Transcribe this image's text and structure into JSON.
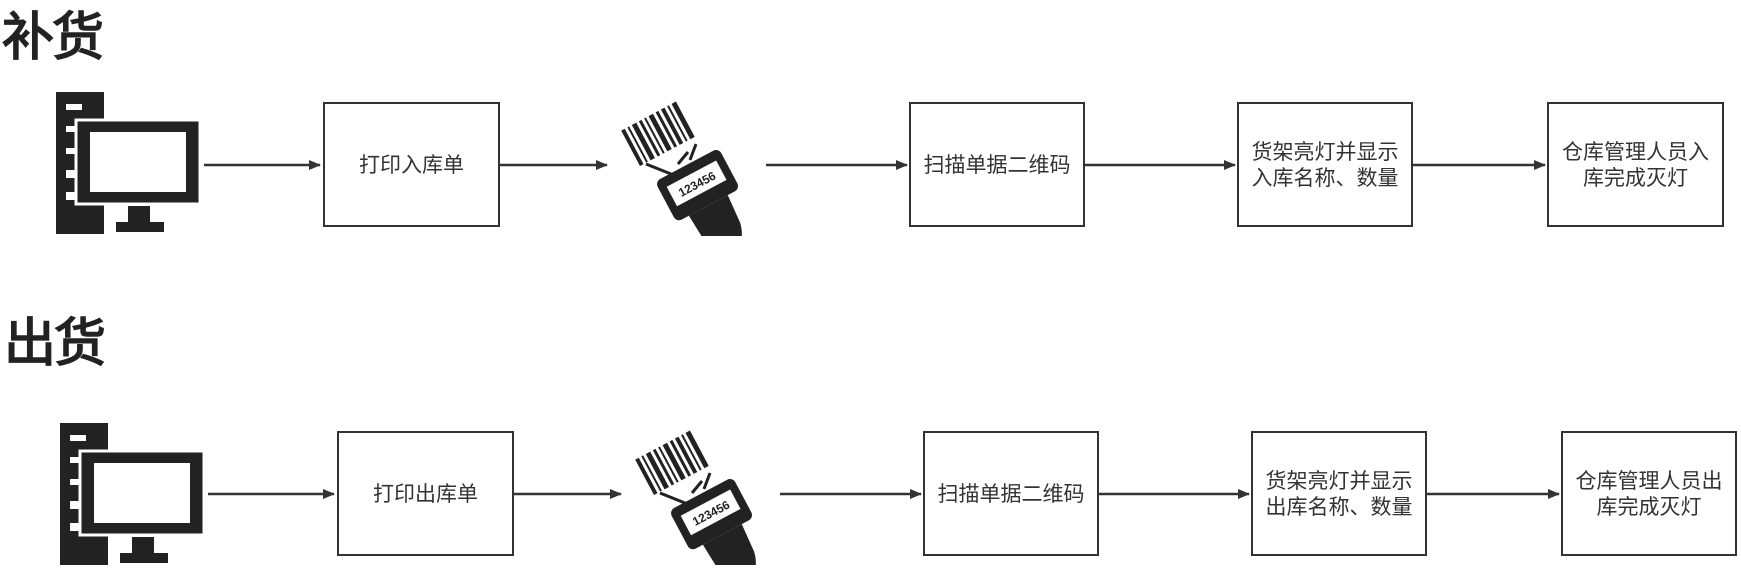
{
  "flows": [
    {
      "title": "补货",
      "steps": [
        "打印入库单",
        "扫描单据二维码",
        "货架亮灯并显示入库名称、数量",
        "仓库管理人员入库完成灭灯"
      ],
      "barcode_number": "123456"
    },
    {
      "title": "出货",
      "steps": [
        "打印出库单",
        "扫描单据二维码",
        "货架亮灯并显示出库名称、数量",
        "仓库管理人员出库完成灭灯"
      ],
      "barcode_number": "123456"
    }
  ],
  "icons": [
    "computer-icon",
    "barcode-scanner-icon"
  ],
  "colors": {
    "stroke": "#333333",
    "icon_fill": "#222222"
  }
}
